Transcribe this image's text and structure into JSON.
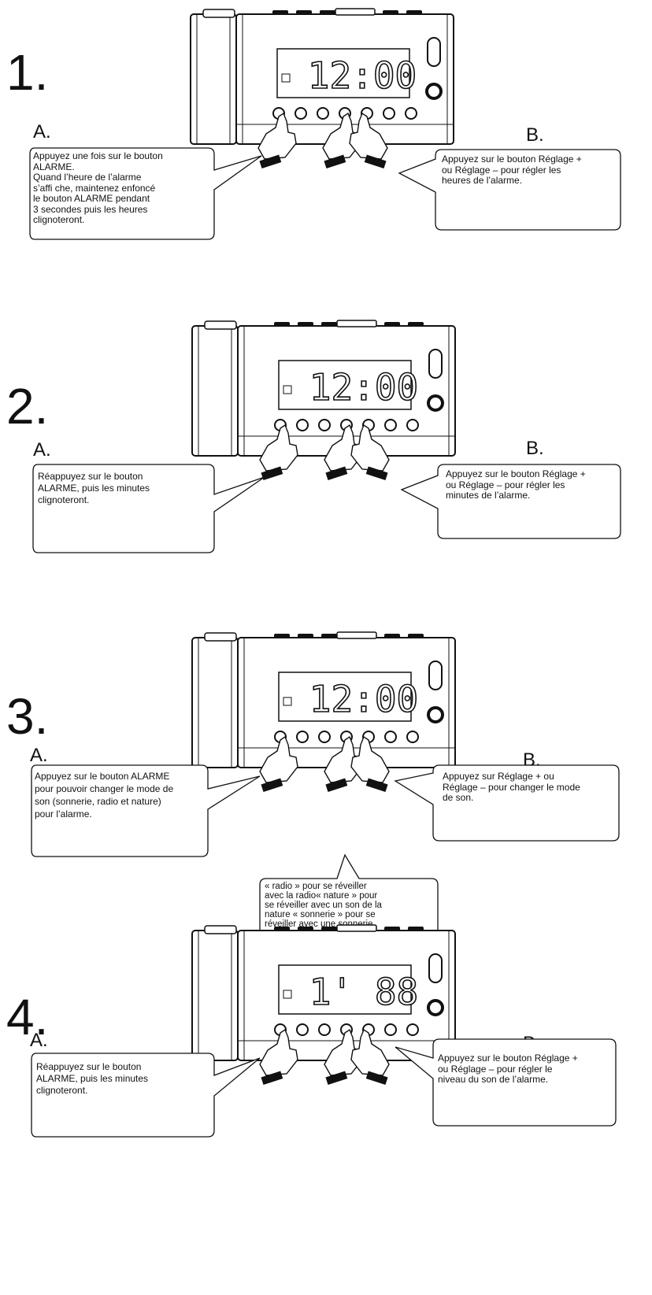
{
  "steps": [
    {
      "number": "1.",
      "label_a": "A.",
      "label_b": "B.",
      "display": "12:00",
      "bubble_a": "Appuyez une fois sur le bouton\nALARME.\nQuand l’heure de l’alarme\ns’affi che, maintenez enfoncé\nle bouton ALARME pendant\n3 secondes puis les heures\nclignoteront.",
      "bubble_b": "Appuyez sur le bouton Réglage +\nou Réglage – pour régler les\nheures de l’alarme."
    },
    {
      "number": "2.",
      "label_a": "A.",
      "label_b": "B.",
      "display": "12:00",
      "bubble_a": "Réappuyez sur le bouton\nALARME, puis les minutes\nclignoteront.",
      "bubble_b": "Appuyez sur le bouton Réglage +\nou Réglage – pour régler les\nminutes de l’alarme."
    },
    {
      "number": "3.",
      "label_a": "A.",
      "label_b": "B.",
      "display": "12:00",
      "bubble_a": "Appuyez sur le bouton ALARME\npour pouvoir changer le mode de\nson (sonnerie, radio et nature)\npour l’alarme.",
      "bubble_b": "Appuyez sur Réglage + ou\nRéglage – pour changer le mode\nde son.",
      "bubble_c": "« radio » pour se réveiller\navec la radio« nature » pour\nse réveiller avec un son de la\nnature « sonnerie » pour se\nréveiller avec une sonnerie"
    },
    {
      "number": "4.",
      "label_a": "A.",
      "label_b": "B.",
      "display": "1' 88",
      "bubble_a": "Réappuyez sur le bouton\nALARME, puis les minutes\nclignoteront.",
      "bubble_b": "Appuyez sur le bouton Réglage +\nou Réglage – pour régler le\nniveau du son de l’alarme."
    }
  ]
}
